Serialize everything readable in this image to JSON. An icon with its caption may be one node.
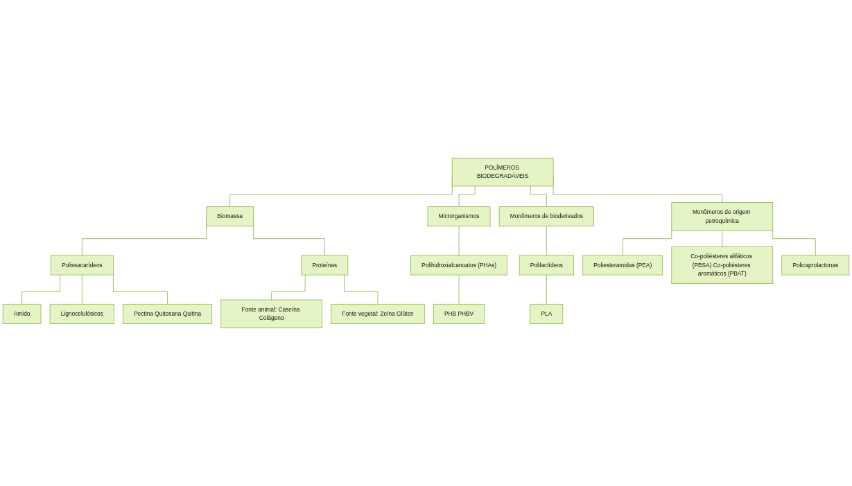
{
  "diagram": {
    "nodes": [
      {
        "text": [
          "POLÍMEROS BIODEGRADÁVEIS"
        ]
      },
      {
        "text": [
          "Biomassa"
        ]
      },
      {
        "text": [
          "Microrganismos"
        ]
      },
      {
        "text": [
          "Monômeros de bioderivados"
        ]
      },
      {
        "text": [
          "Monômeros de origem petroquímica"
        ]
      },
      {
        "text": [
          "Polissacarídeos"
        ]
      },
      {
        "text": [
          "Proteínas"
        ]
      },
      {
        "text": [
          "Polihidroxialcanoatos (PHAs)"
        ]
      },
      {
        "text": [
          "Polilactídeos"
        ]
      },
      {
        "text": [
          "Poliesteramidas (PEA)"
        ]
      },
      {
        "text": [
          "Amido"
        ]
      },
      {
        "text": [
          "Lignocelulósicos"
        ]
      },
      {
        "text": [
          "Pectina Quitosana Quitina"
        ]
      },
      {
        "text": [
          "Fonte animal: Caseína Colágeno"
        ]
      },
      {
        "text": [
          "Fonte vegetal: Zeína Glúten"
        ]
      },
      {
        "text": [
          "PHB PHBV"
        ]
      },
      {
        "text": [
          "PLA"
        ]
      },
      {
        "text": [
          "Co-poliésteres alifáticos (PBSA) Co-poliésteres aromáticos (PBAT)"
        ]
      },
      {
        "text": [
          "Policaprolactonas"
        ]
      }
    ],
    "edges": [
      {
        "from": 0,
        "to": 1,
        "arrow": "none"
      },
      {
        "from": 0,
        "to": 2,
        "arrow": "none"
      },
      {
        "from": 0,
        "to": 3,
        "arrow": "none"
      },
      {
        "from": 0,
        "to": 4,
        "arrow": "none"
      },
      {
        "from": 1,
        "to": 5,
        "arrow": "none"
      },
      {
        "from": 1,
        "to": 6,
        "arrow": "none"
      },
      {
        "from": 2,
        "to": 7,
        "arrow": "none"
      },
      {
        "from": 3,
        "to": 8,
        "arrow": "none"
      },
      {
        "from": 4,
        "to": 9,
        "arrow": "none"
      },
      {
        "from": 4,
        "to": 17,
        "arrow": "none"
      },
      {
        "from": 4,
        "to": 18,
        "arrow": "none"
      },
      {
        "from": 5,
        "to": 10,
        "arrow": "none"
      },
      {
        "from": 5,
        "to": 11,
        "arrow": "none"
      },
      {
        "from": 5,
        "to": 12,
        "arrow": "none"
      },
      {
        "from": 6,
        "to": 13,
        "arrow": "none"
      },
      {
        "from": 6,
        "to": 14,
        "arrow": "none"
      },
      {
        "from": 7,
        "to": 15,
        "arrow": "none"
      },
      {
        "from": 8,
        "to": 16,
        "arrow": "none"
      }
    ]
  }
}
